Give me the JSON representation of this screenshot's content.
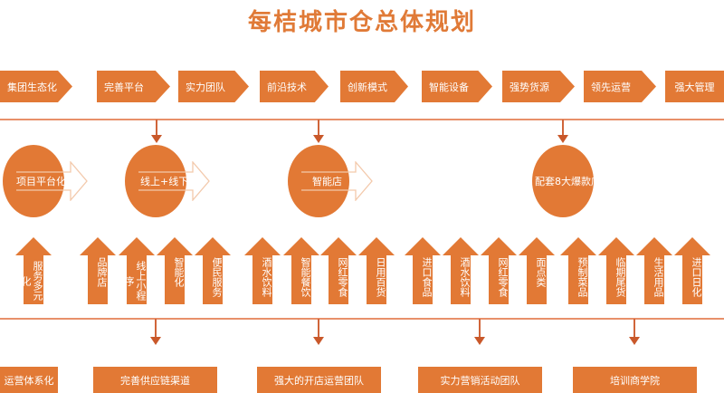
{
  "title": "每桔城市仓总体规划",
  "steps": [
    "集团生态化",
    "完善平台",
    "实力团队",
    "前沿技术",
    "创新模式",
    "智能设备",
    "强势货源",
    "领先运营",
    "强大管理"
  ],
  "circles": [
    "项目平台化",
    "线上+线下",
    "智能店",
    "配套8大爆款店"
  ],
  "pillars": [
    "服务多元化",
    "品牌店",
    "线上小程序",
    "智能化",
    "便民服务",
    "酒水饮料",
    "智能餐饮",
    "网红零食",
    "日用百货",
    "进口食品",
    "酒水饮料",
    "网红零食",
    "面点类",
    "预制菜品",
    "临期尾货",
    "生活用品",
    "进口日化"
  ],
  "bottom": [
    "运营体系化",
    "完善供应链渠道",
    "强大的开店运营团队",
    "实力营销活动团队",
    "培训商学院"
  ],
  "colors": {
    "accent": "#e27935"
  }
}
